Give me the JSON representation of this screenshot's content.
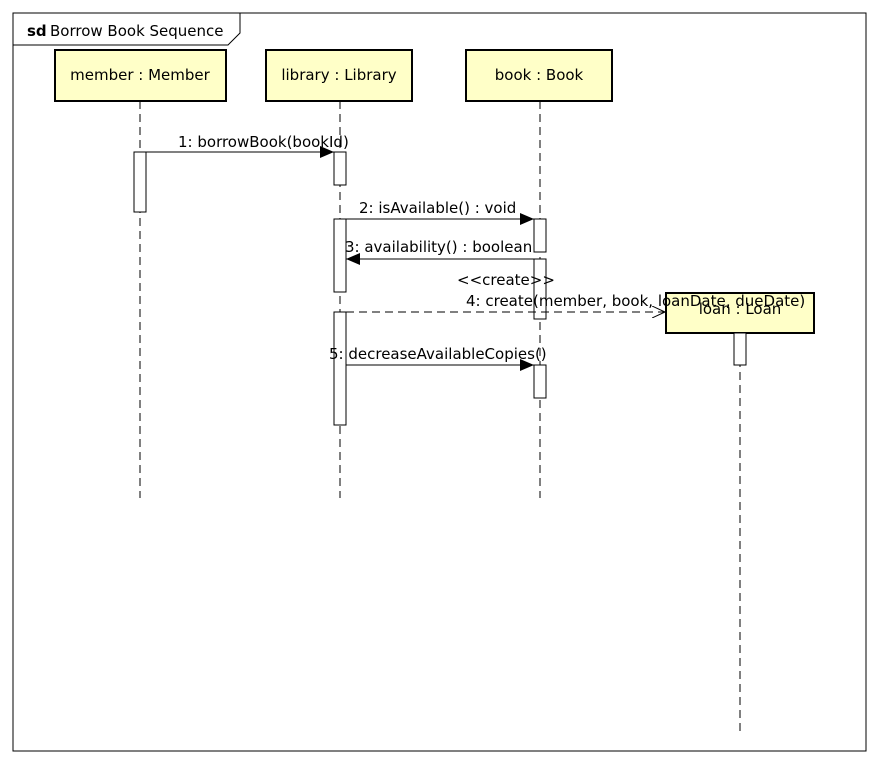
{
  "diagram": {
    "keyword": "sd",
    "title": "Borrow Book Sequence",
    "lifelines": [
      {
        "label": "member : Member"
      },
      {
        "label": "library : Library"
      },
      {
        "label": "book : Book"
      },
      {
        "label": "loan : Loan"
      }
    ],
    "messages": [
      {
        "label": "1: borrowBook(bookId)"
      },
      {
        "label": "2: isAvailable() : void"
      },
      {
        "label": "3: availability() : boolean"
      },
      {
        "label": "4: create(member, book, loanDate, dueDate)",
        "stereotype": "<<create>>"
      },
      {
        "label": "5: decreaseAvailableCopies()"
      }
    ],
    "colors": {
      "lifeline_head_fill": "#ffffc8",
      "stroke": "#000000",
      "background": "#ffffff"
    }
  }
}
